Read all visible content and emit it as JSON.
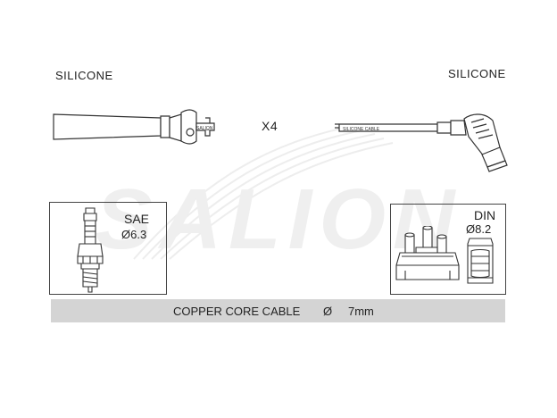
{
  "labels": {
    "left_material": "SILICONE",
    "right_material": "SILICONE",
    "quantity": "X4",
    "left_boot_print": "SALION",
    "right_cable_print": "SILICONE CABLE"
  },
  "watermark": {
    "brand": "SALION"
  },
  "left_box": {
    "standard": "SAE",
    "diameter": "Ø6.3"
  },
  "right_box": {
    "standard": "DIN",
    "diameter": "Ø8.2"
  },
  "cable_bar": {
    "text": "COPPER CORE CABLE",
    "symbol": "Ø",
    "size": "7mm"
  },
  "colors": {
    "bar_background": "#d4d4d4",
    "line": "#333333",
    "watermark": "#ececec"
  }
}
